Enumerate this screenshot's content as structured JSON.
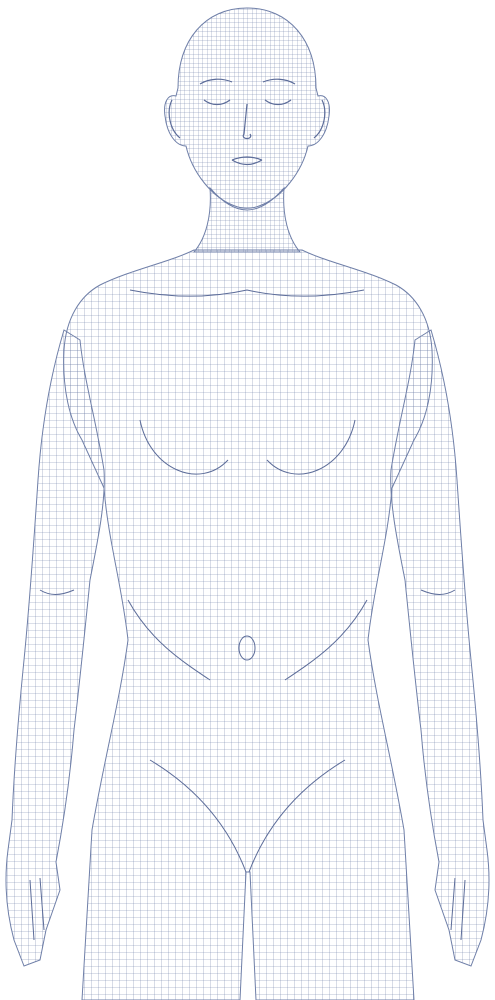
{
  "image": {
    "subject": "human-body-wireframe-mesh",
    "view": "front",
    "style": "line-art",
    "background_color": "#ffffff",
    "line_color": "#6f7fa8"
  }
}
